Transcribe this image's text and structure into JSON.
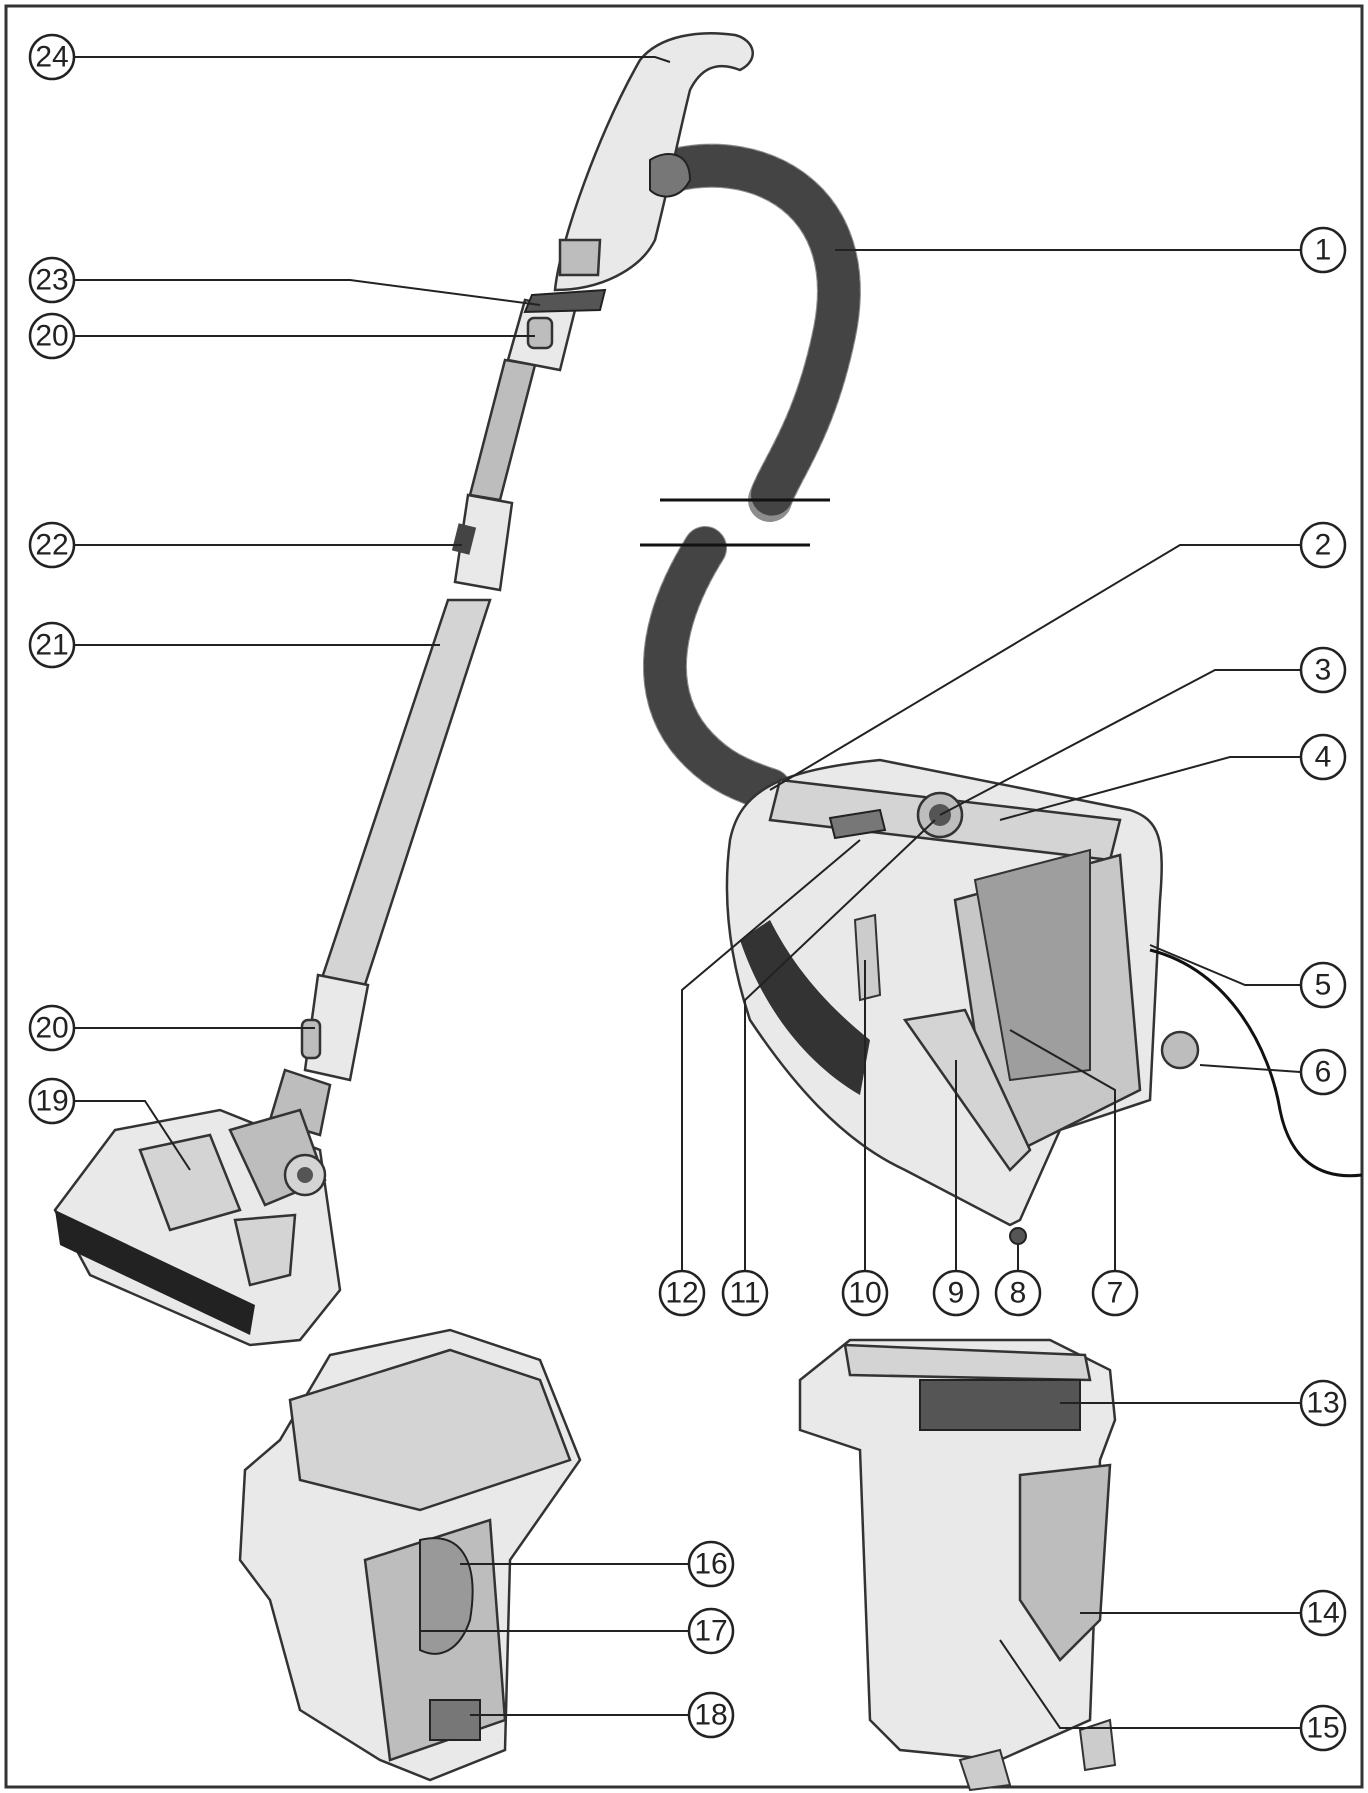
{
  "callouts": [
    {
      "id": "1",
      "label": "1"
    },
    {
      "id": "2",
      "label": "2"
    },
    {
      "id": "3",
      "label": "3"
    },
    {
      "id": "4",
      "label": "4"
    },
    {
      "id": "5",
      "label": "5"
    },
    {
      "id": "6",
      "label": "6"
    },
    {
      "id": "7",
      "label": "7"
    },
    {
      "id": "8",
      "label": "8"
    },
    {
      "id": "9",
      "label": "9"
    },
    {
      "id": "10",
      "label": "10"
    },
    {
      "id": "11",
      "label": "11"
    },
    {
      "id": "12",
      "label": "12"
    },
    {
      "id": "13",
      "label": "13"
    },
    {
      "id": "14",
      "label": "14"
    },
    {
      "id": "15",
      "label": "15"
    },
    {
      "id": "16",
      "label": "16"
    },
    {
      "id": "17",
      "label": "17"
    },
    {
      "id": "18",
      "label": "18"
    },
    {
      "id": "19",
      "label": "19"
    },
    {
      "id": "20a",
      "label": "20"
    },
    {
      "id": "20b",
      "label": "20"
    },
    {
      "id": "21",
      "label": "21"
    },
    {
      "id": "22",
      "label": "22"
    },
    {
      "id": "23",
      "label": "23"
    },
    {
      "id": "24",
      "label": "24"
    }
  ],
  "colors": {
    "line": "#222222",
    "body": "#e9e9e9",
    "shade": "#bdbdbd",
    "background": "#ffffff"
  }
}
